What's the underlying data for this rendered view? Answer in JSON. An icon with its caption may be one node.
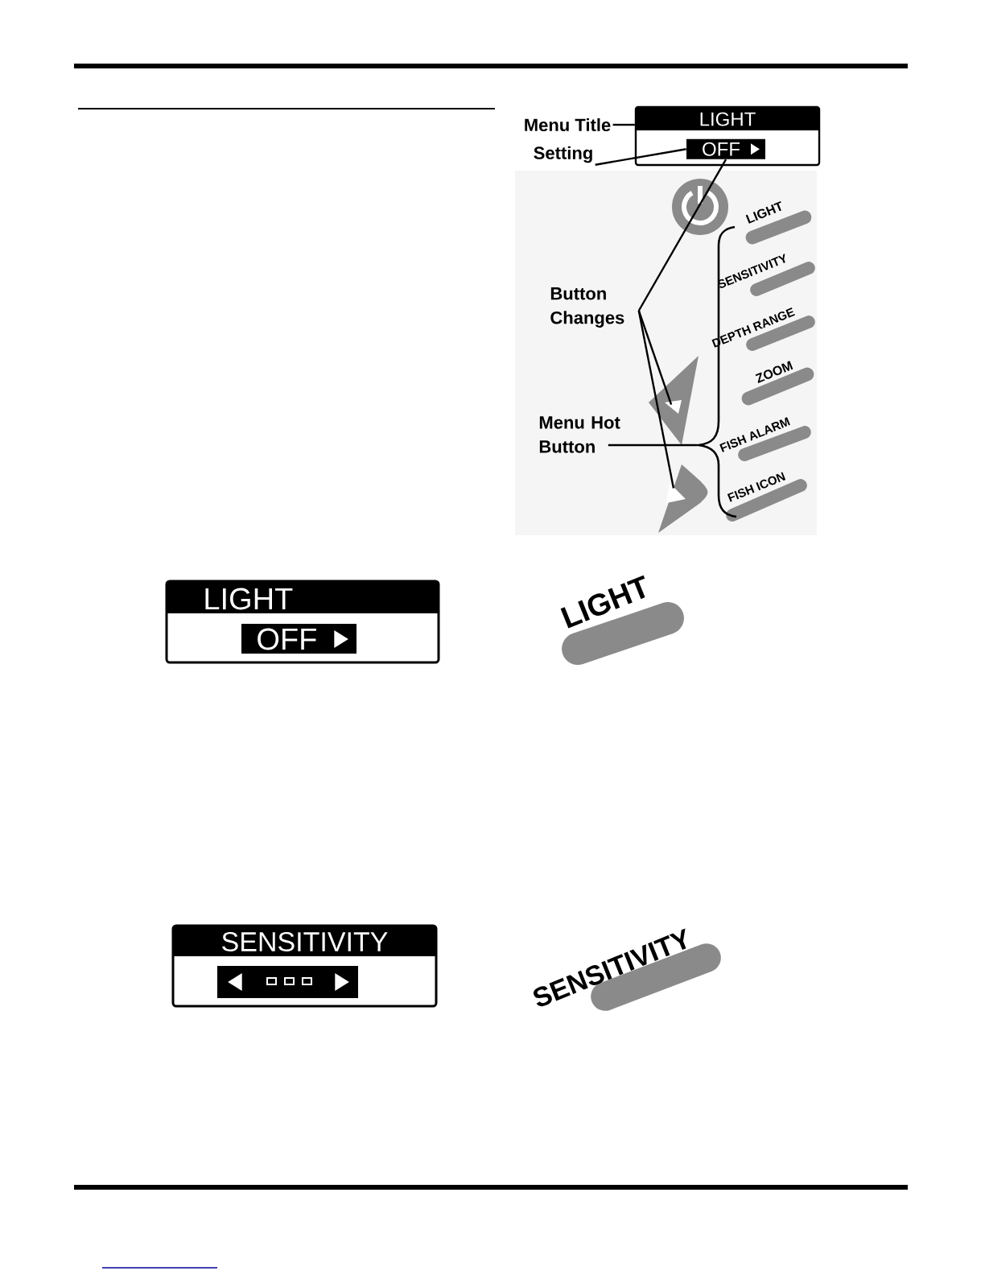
{
  "diagram": {
    "nodes": [
      {
        "text": [
          "Menu Title"
        ]
      },
      {
        "text": [
          "Setting"
        ]
      },
      {
        "text": [
          "Button Changes"
        ]
      },
      {
        "text": [
          "Menu Hot Button"
        ]
      },
      {
        "text": [
          "LIGHT"
        ]
      },
      {
        "text": [
          "OFF"
        ],
        "in": 4
      },
      {
        "text": [],
        "shape": "circle"
      },
      {
        "text": [],
        "shape": "triangle"
      },
      {
        "text": [],
        "shape": "triangle"
      },
      {
        "text": [
          "LIGHT"
        ]
      },
      {
        "text": [
          "SENSITIVITY"
        ]
      },
      {
        "text": [
          "DEPTH RANGE"
        ]
      },
      {
        "text": [
          "ZOOM"
        ]
      },
      {
        "text": [
          "FISH ALARM"
        ]
      },
      {
        "text": [
          "FISH ICON"
        ]
      },
      {
        "text": [
          "LIGHT",
          "OFF"
        ]
      },
      {
        "text": [
          "LIGHT"
        ]
      },
      {
        "text": [
          "SENSITIVITY"
        ]
      },
      {
        "text": [
          "SENSITIVITY"
        ]
      },
      {
        "text": [],
        "shape": "bracket"
      }
    ],
    "edges": [
      {
        "from": 0,
        "to": 4,
        "arrow": "none"
      },
      {
        "from": 1,
        "to": 5,
        "arrow": "none"
      },
      {
        "from": 2,
        "to": 5,
        "arrow": "none"
      },
      {
        "from": 2,
        "to": 7,
        "arrow": "none"
      },
      {
        "from": 2,
        "to": 8,
        "arrow": "none"
      },
      {
        "from": 3,
        "to": 19,
        "arrow": "none"
      }
    ]
  }
}
